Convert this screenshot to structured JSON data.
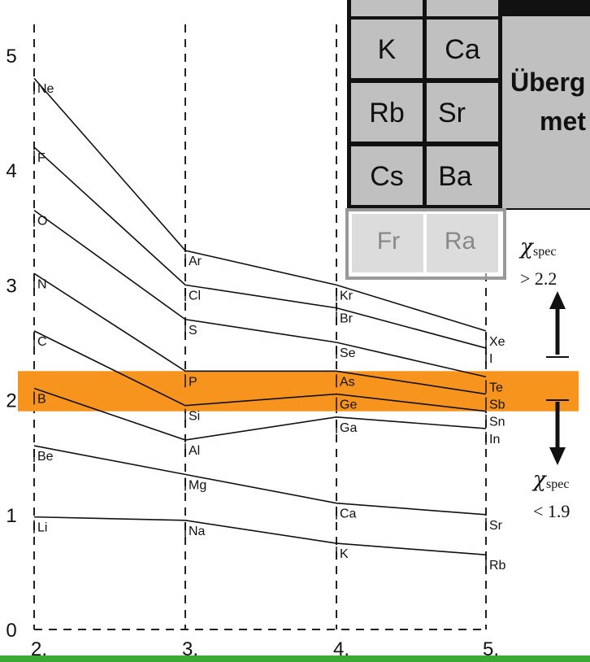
{
  "chart_data": {
    "type": "line",
    "x": [
      2,
      3,
      4,
      5
    ],
    "x_tick_labels": [
      "2.",
      "3.",
      "4.",
      "5."
    ],
    "y_ticks": [
      0,
      1,
      2,
      3,
      4,
      5
    ],
    "ylim": [
      0,
      5.2
    ],
    "highlight_band": {
      "from": 1.9,
      "to": 2.25,
      "color": "#F7941D"
    },
    "series": [
      {
        "values": [
          4.8,
          3.3,
          3.0,
          2.6
        ],
        "labels": [
          "Ne",
          "Ar",
          "Kr",
          "Xe"
        ]
      },
      {
        "values": [
          4.2,
          3.0,
          2.8,
          2.45
        ],
        "labels": [
          "F",
          "Cl",
          "Br",
          "I"
        ]
      },
      {
        "values": [
          3.65,
          2.7,
          2.5,
          2.2
        ],
        "labels": [
          "O",
          "S",
          "Se",
          "Te"
        ]
      },
      {
        "values": [
          3.1,
          2.25,
          2.25,
          2.05
        ],
        "labels": [
          "N",
          "P",
          "As",
          "Sb"
        ]
      },
      {
        "values": [
          2.6,
          1.95,
          2.05,
          1.9
        ],
        "labels": [
          "C",
          "Si",
          "Ge",
          "Sn"
        ]
      },
      {
        "values": [
          2.1,
          1.65,
          1.85,
          1.75
        ],
        "labels": [
          "B",
          "Al",
          "Ga",
          "In"
        ]
      },
      {
        "values": [
          1.6,
          1.35,
          1.1,
          1.0
        ],
        "labels": [
          "Be",
          "Mg",
          "Ca",
          "Sr"
        ]
      },
      {
        "values": [
          0.98,
          0.95,
          0.75,
          0.65
        ],
        "labels": [
          "Li",
          "Na",
          "K",
          "Rb"
        ]
      }
    ]
  },
  "annotations": {
    "upper_symbol": "χ",
    "upper_sub": "spec",
    "upper_value": "> 2.2",
    "lower_symbol": "χ",
    "lower_sub": "spec",
    "lower_value": "< 1.9"
  },
  "periodic_table": {
    "cells": [
      "K",
      "Ca",
      "Rb",
      "Sr",
      "Cs",
      "Ba"
    ],
    "faded_cells": [
      "Fr",
      "Ra"
    ],
    "transition_line1": "Überg",
    "transition_line2": "met",
    "colors": {
      "cell": "#C0C0C0",
      "faded_cell": "#DCDCDC",
      "border": "#111111"
    }
  },
  "footer_color": "#3AAA35"
}
